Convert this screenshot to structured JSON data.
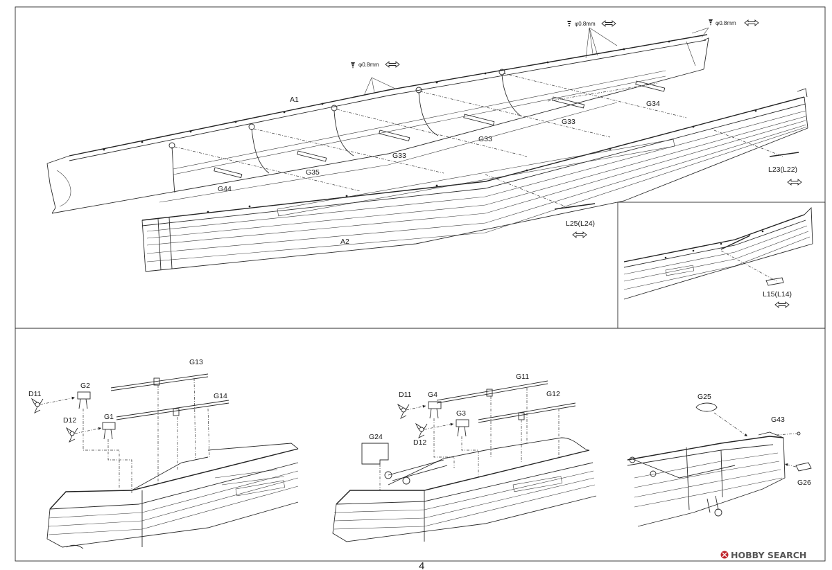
{
  "labels": {
    "a1": "A1",
    "a2": "A2",
    "g44": "G44",
    "g35": "G35",
    "g33a": "G33",
    "g33b": "G33",
    "g33c": "G33",
    "g34": "G34",
    "l23": "L23(L22)",
    "l25": "L25(L24)",
    "l15": "L15(L14)",
    "drill1": "φ0.8mm",
    "drill2": "φ0.8mm",
    "drill3": "φ0.8mm",
    "d11a": "D11",
    "d12a": "D12",
    "g2": "G2",
    "g1": "G1",
    "g13": "G13",
    "g14": "G14",
    "d11b": "D11",
    "d12b": "D12",
    "g4": "G4",
    "g3": "G3",
    "g11": "G11",
    "g12": "G12",
    "g24": "G24",
    "g25": "G25",
    "g43": "G43",
    "g26": "G26"
  },
  "page_number": "4",
  "watermark": "HOBBY SEARCH",
  "colors": {
    "ink": "#222222",
    "paper": "#ffffff",
    "watermark": "#555555",
    "logo_red": "#c0262d"
  }
}
